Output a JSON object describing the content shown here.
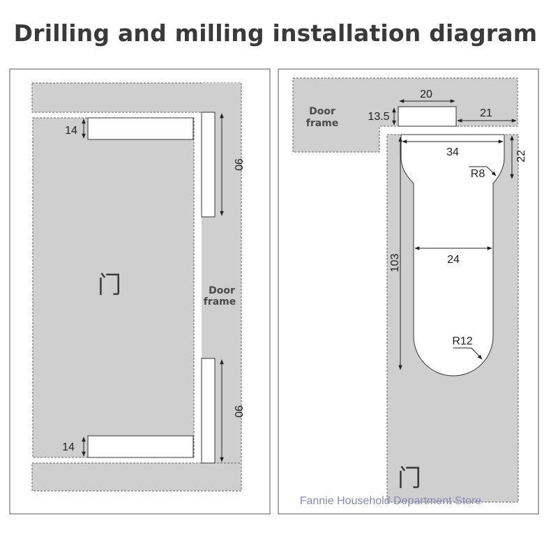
{
  "title": "Drilling and milling installation diagram",
  "left_panel": {
    "door_label": "门",
    "frame_label_line1": "Door",
    "frame_label_line2": "frame",
    "dim_top_slot_depth": "14",
    "dim_bottom_slot_depth": "14",
    "dim_top_frame_slot_length": "90",
    "dim_bottom_frame_slot_length": "90"
  },
  "right_panel": {
    "frame_label_line1": "Door",
    "frame_label_line2": "frame",
    "door_label": "门",
    "dim_frame_slot_width": "20",
    "dim_frame_slot_height": "13.5",
    "dim_frame_slot_offset": "21",
    "dim_door_slot_top_width": "34",
    "dim_door_slot_neck_depth": "22",
    "dim_neck_radius": "R8",
    "dim_door_slot_length": "103",
    "dim_door_slot_width": "24",
    "dim_end_radius": "R12"
  },
  "watermark": "Fannie Household Department Store"
}
